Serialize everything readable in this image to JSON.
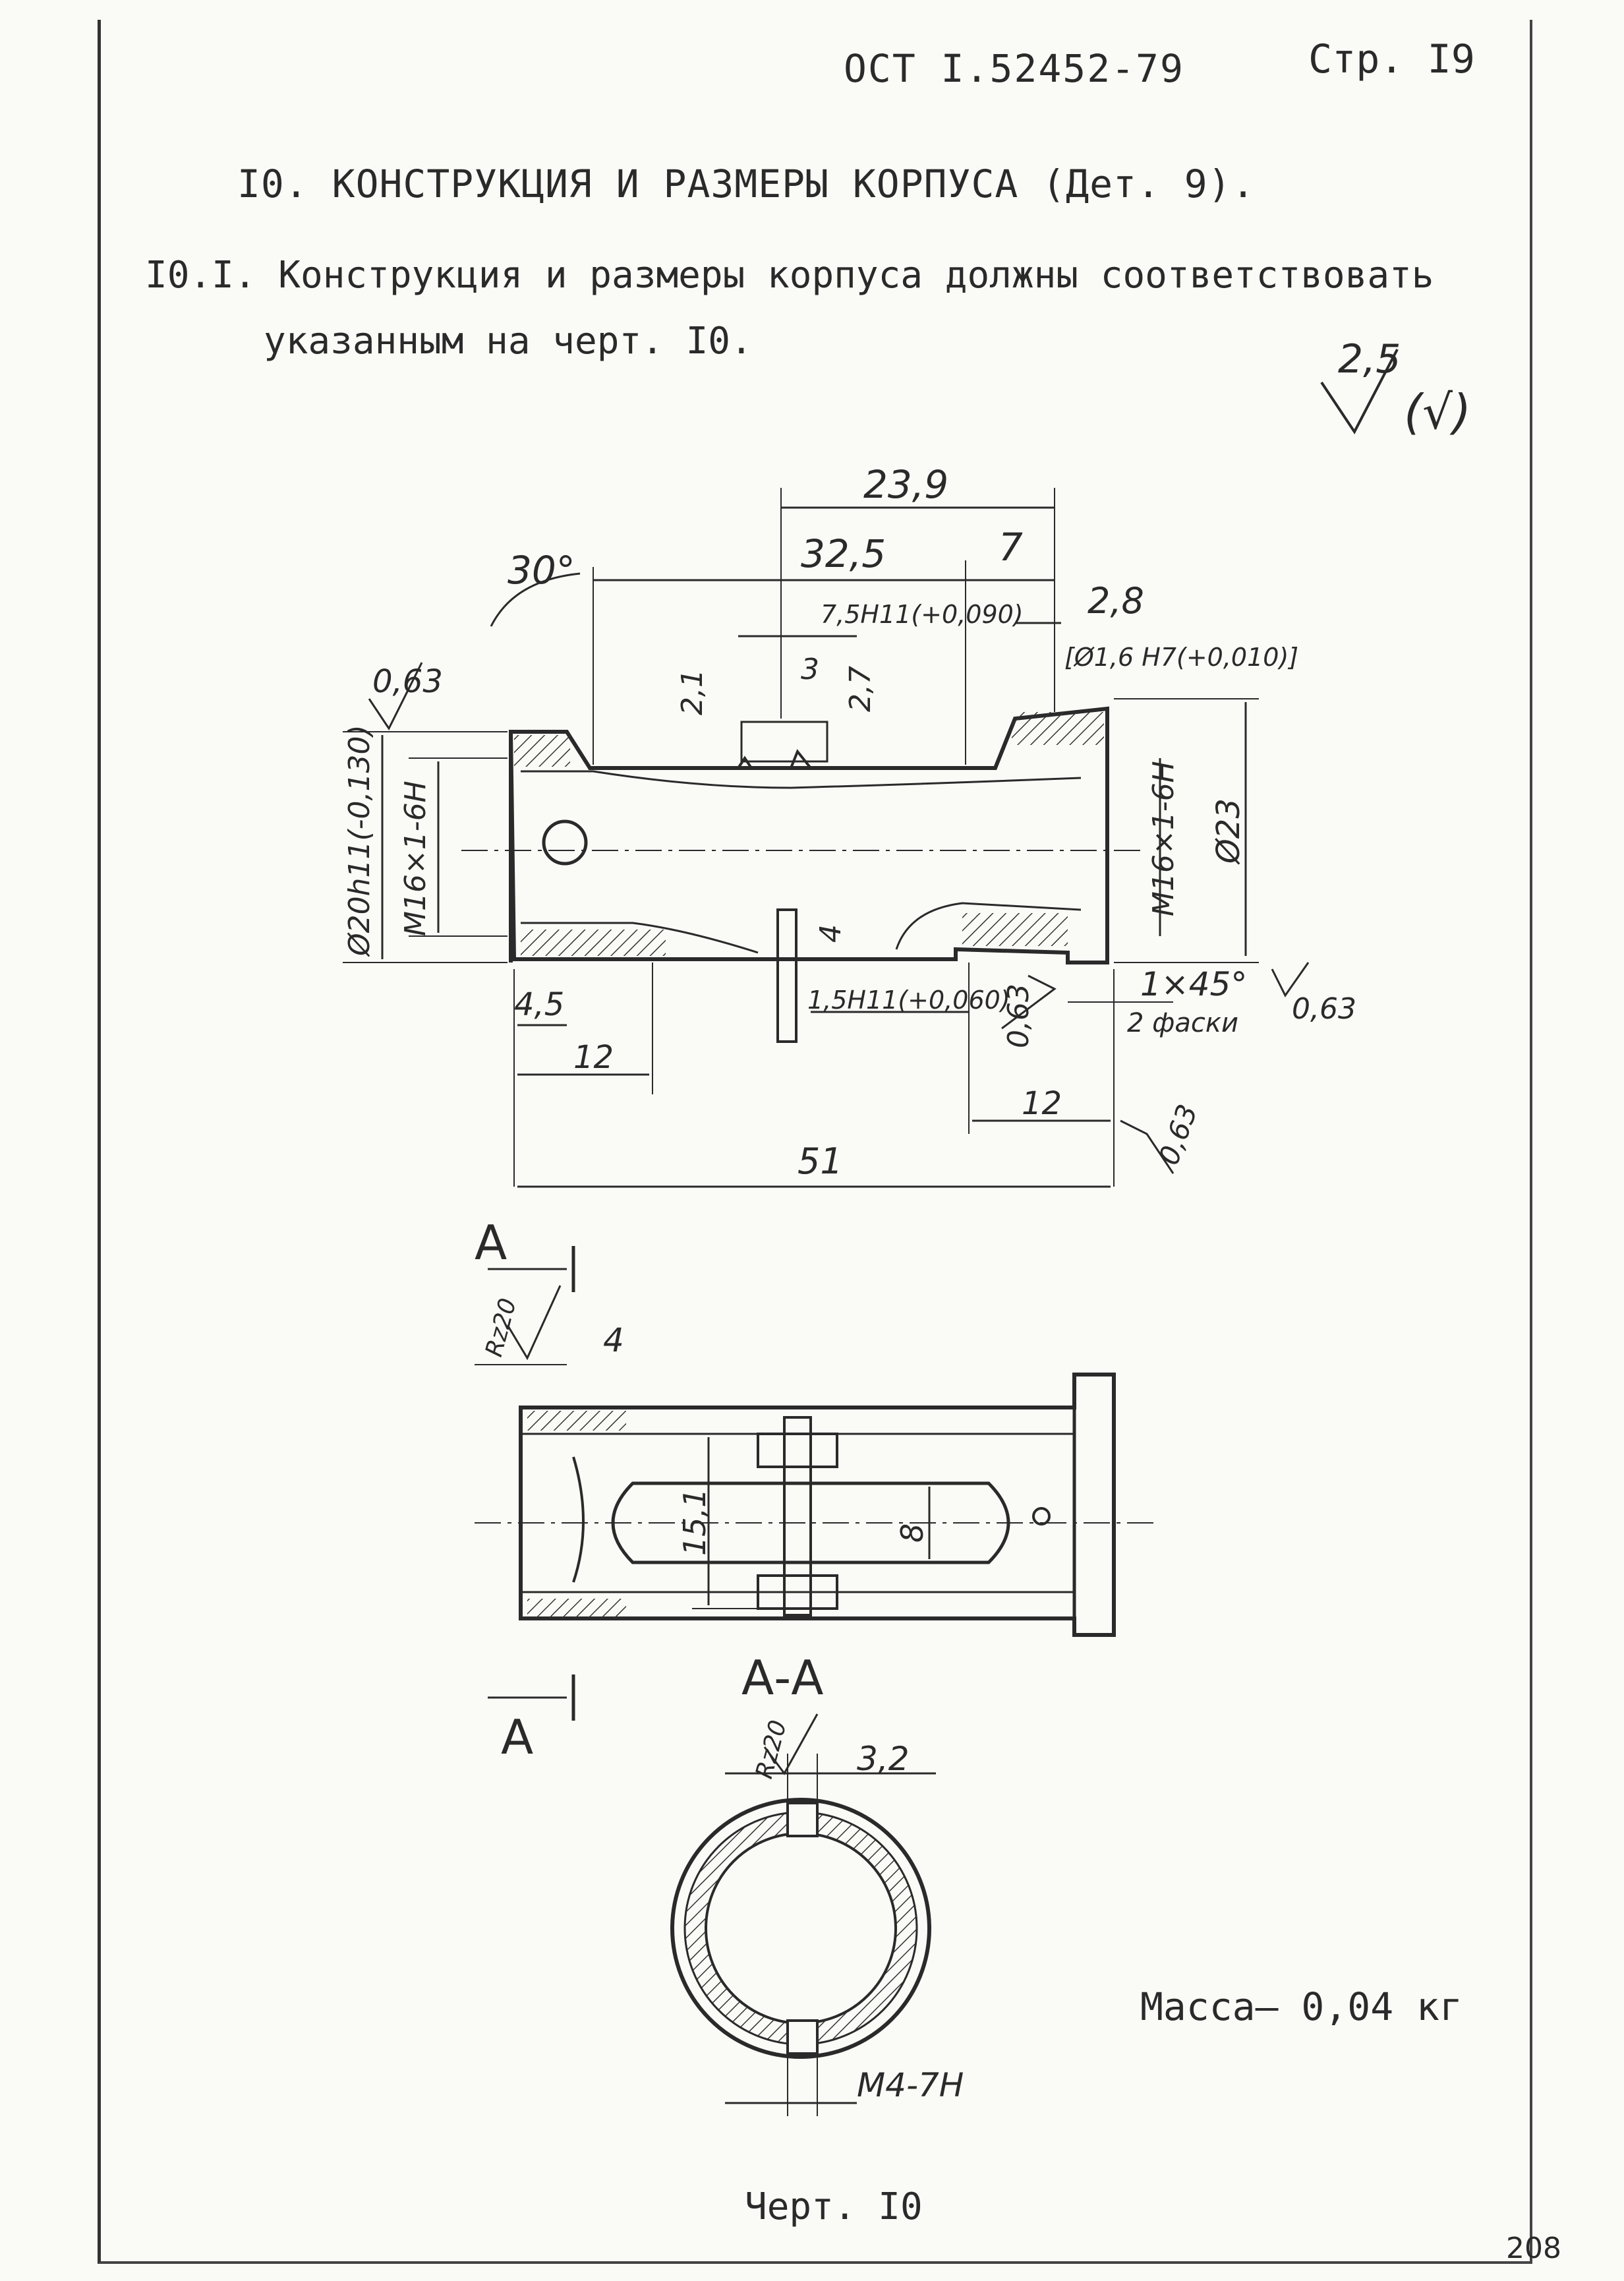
{
  "header": {
    "standard": "ОСТ I.52452-79",
    "page": "Стр. I9"
  },
  "section": {
    "title": "I0. КОНСТРУКЦИЯ И РАЗМЕРЫ КОРПУСА (Дет. 9).",
    "para_line1": "I0.I. Конструкция и размеры корпуса должны соответствовать",
    "para_line2": "указанным на черт. I0."
  },
  "drawing": {
    "roughness_general": "2,5",
    "roughness_other": "(√)",
    "main_view": {
      "dim_top_23_9": "23,9",
      "dim_32_5": "32,5",
      "dim_7": "7",
      "angle_30": "30°",
      "slot_width": "7,5Н11(+0,090)",
      "dim_2_8": "2,8",
      "hole_dia": "[Ø1,6 Н7(+0,010)]",
      "dim_2_1": "2,1",
      "dim_3": "3",
      "dim_2_7": "2,7",
      "rough_left": "0,63",
      "outer_dia_left": "Ø20h11(-0,130)",
      "thread_left": "М16×1-6Н",
      "thread_right": "М16×1-6Н",
      "outer_dia_right": "Ø23",
      "dim_4": "4",
      "dim_1_5": "1,5Н11(+0,060)",
      "rough_mid": "0,63",
      "chamfer": "1×45°",
      "chamfer_note": "2 фаски",
      "rough_right": "0,63",
      "dim_4_5": "4,5",
      "dim_12_left": "12",
      "dim_12_right": "12",
      "rough_bottom": "0,63",
      "dim_51": "51"
    },
    "top_view": {
      "section_mark_top": "А",
      "section_mark_bottom": "А",
      "rough_r20": "Rz20",
      "dim_4": "4",
      "dim_15_1": "15,1",
      "dim_8": "8"
    },
    "section_view": {
      "title": "А-А",
      "rough_r20": "Rz20",
      "dim_3_2": "3,2",
      "thread": "М4-7Н"
    }
  },
  "mass": "Масса– 0,04 кг",
  "caption": "Черт. I0",
  "page_number": "208"
}
